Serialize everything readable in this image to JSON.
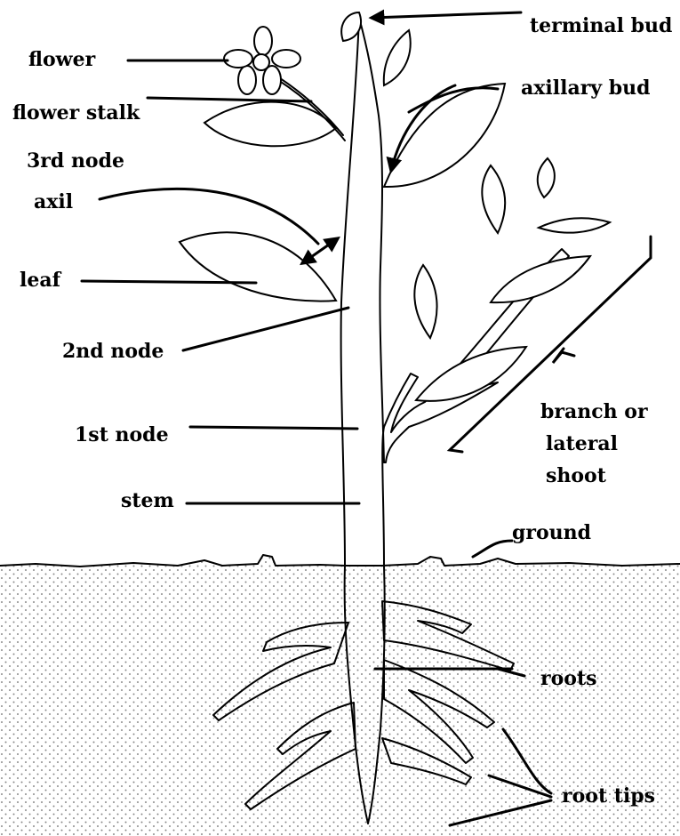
{
  "labels": {
    "terminal_bud": "terminal bud",
    "flower": "flower",
    "axillary_bud": "axillary bud",
    "flower_stalk": "flower stalk",
    "third_node": "3rd node",
    "axil": "axil",
    "leaf": "leaf",
    "second_node": "2nd node",
    "branch_line1": "branch or",
    "branch_line2": "lateral",
    "branch_line3": "shoot",
    "first_node": "1st node",
    "stem": "stem",
    "ground": "ground",
    "roots": "roots",
    "root_tips": "root tips"
  },
  "colors": {
    "ink": "#000000",
    "paper": "#ffffff",
    "soil_dots": "#8a8a8a"
  }
}
